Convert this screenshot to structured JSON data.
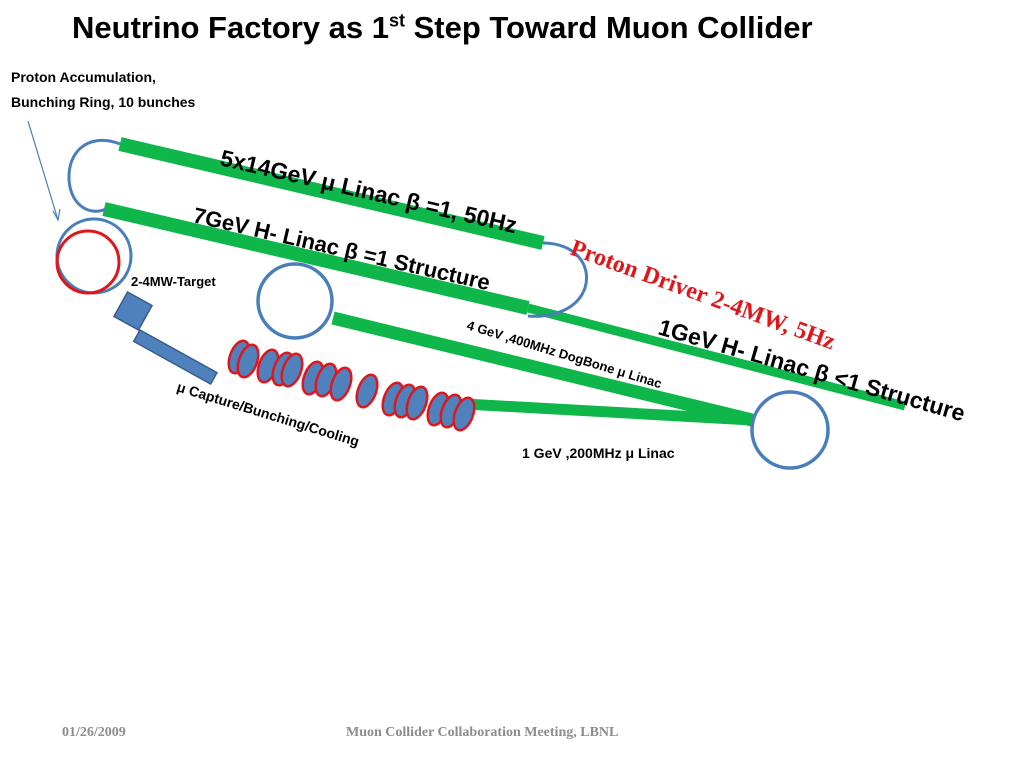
{
  "slide": {
    "title_main": "Neutrino Factory as 1",
    "title_sup": "st",
    "title_rest": " Step Toward Muon Collider",
    "footer_date": "01/26/2009",
    "footer_meeting": "Muon Collider  Collaboration Meeting,  LBNL"
  },
  "labels": {
    "ring": "Proton Accumulation,",
    "ring_line2": "Bunching Ring, 10 bunches",
    "mu_linac": "5x14GeV  μ Linac β =1, 50Hz",
    "h7_linac": "7GeV H- Linac β =1 Structure",
    "proton_driver": "Proton Driver 2-4MW, 5Hz",
    "h1_linac": "1GeV H- Linac β <1 Structure",
    "dogbone": "4 GeV ,400MHz DogBone μ Linac",
    "target": "2-4MW-Target",
    "capture": "μ Capture/Bunching/Cooling",
    "linac_200": "1 GeV ,200MHz μ Linac"
  },
  "colors": {
    "linac_green": "#0fb74a",
    "loop_blue": "#4a7ebb",
    "ring_red": "#e0161b",
    "proton_red": "#e0161b",
    "target_blue": "#4f81bd"
  }
}
